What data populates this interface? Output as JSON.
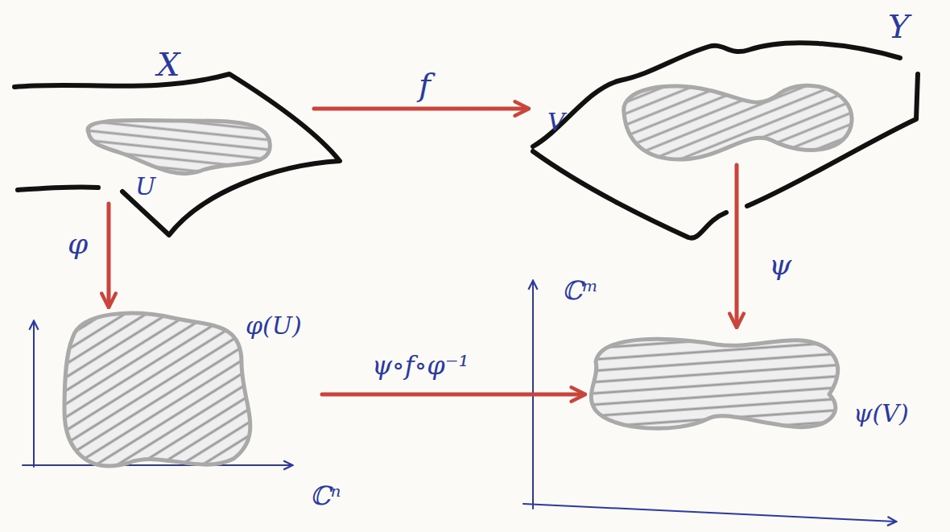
{
  "diagram": {
    "nodes": [
      {
        "text": [
          "X"
        ]
      },
      {
        "text": [
          "U"
        ],
        "in": 0
      },
      {
        "text": [
          "Y"
        ]
      },
      {
        "text": [
          "V"
        ],
        "in": 2
      },
      {
        "text": [
          "φ(U)"
        ]
      },
      {
        "text": [
          "ψ(V)"
        ]
      }
    ],
    "edges": [
      {
        "from": 0,
        "to": 2,
        "arrow": "to",
        "label": "f"
      },
      {
        "from": 1,
        "to": 4,
        "arrow": "to",
        "label": "φ"
      },
      {
        "from": 3,
        "to": 5,
        "arrow": "to",
        "label": "ψ"
      },
      {
        "from": 4,
        "to": 5,
        "arrow": "to",
        "label": "ψ∘f∘φ⁻¹"
      }
    ],
    "labels": [
      "ℂⁿ",
      "ℂᵐ"
    ]
  }
}
